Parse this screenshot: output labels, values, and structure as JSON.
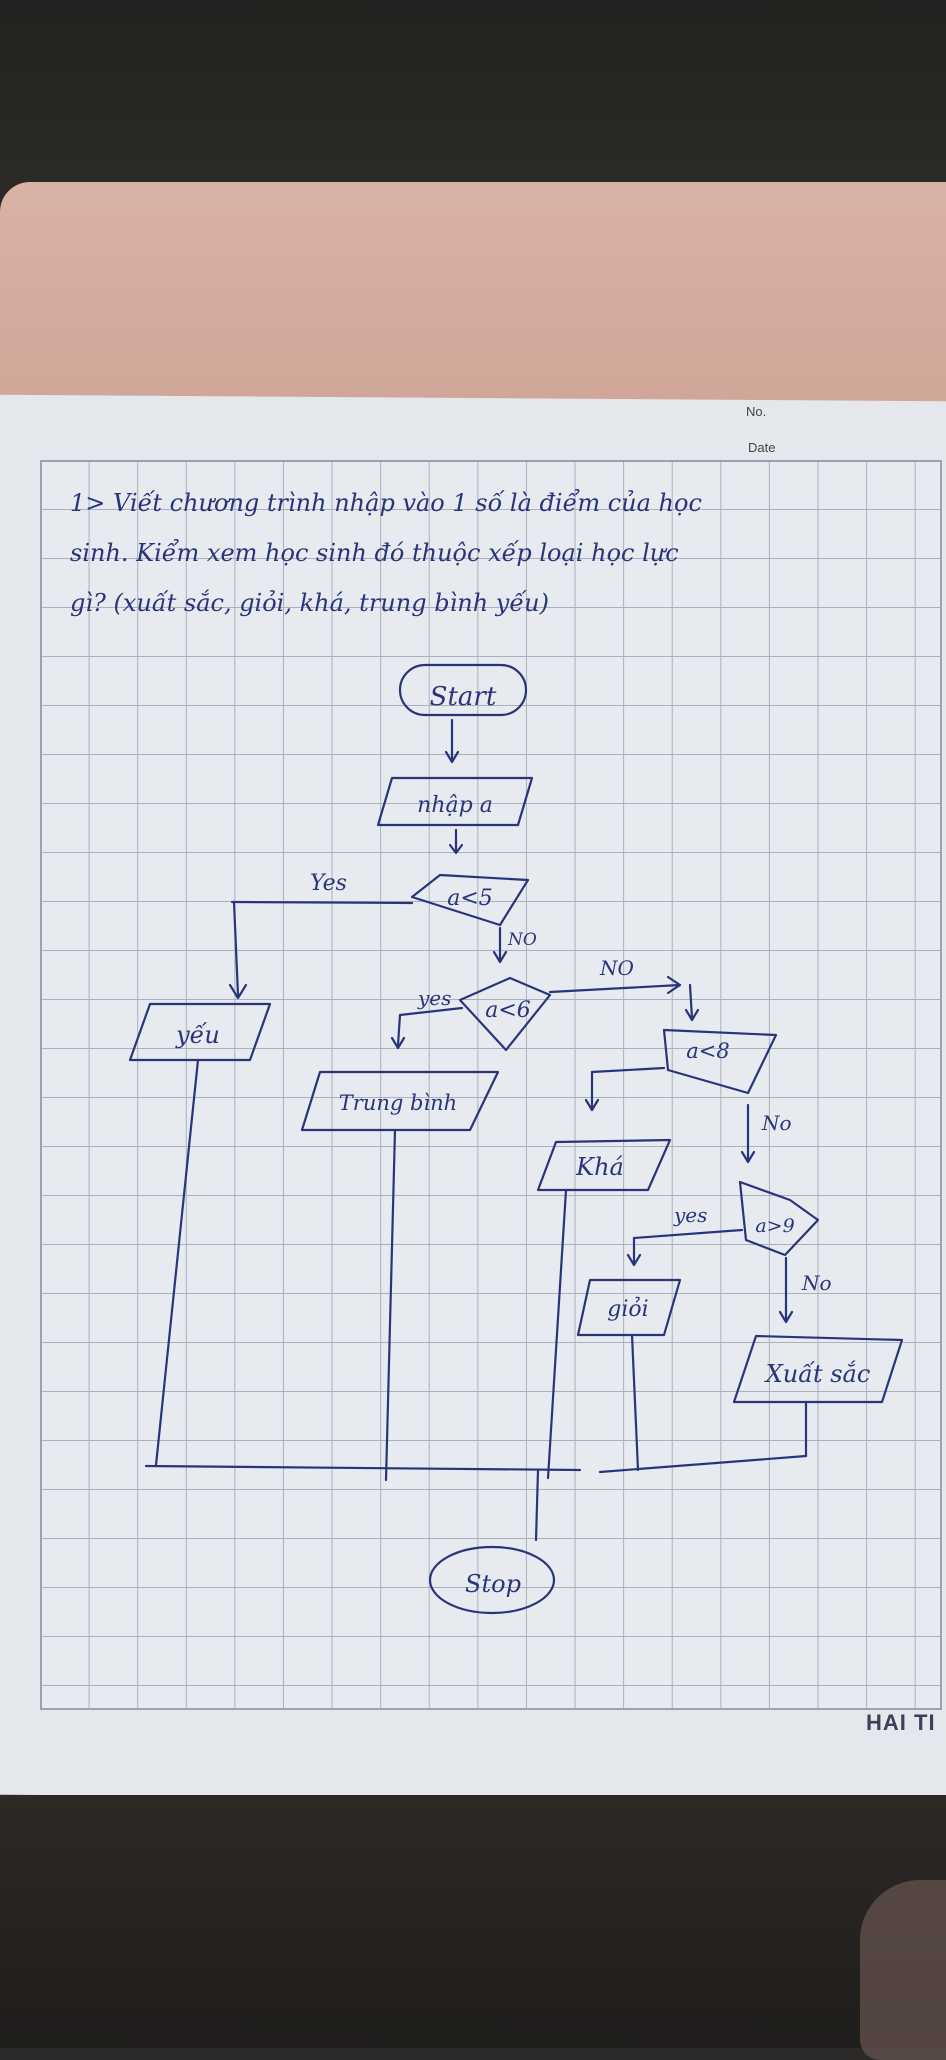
{
  "paper_header": {
    "no_label": "No.",
    "date_label": "Date"
  },
  "brand": "HAI TI",
  "problem_text": [
    "1> Viết chương trình nhập vào 1 số là điểm của học",
    "sinh. Kiểm xem học sinh đó thuộc xếp loại học lực",
    "gì? (xuất sắc, giỏi, khá, trung bình yếu)"
  ],
  "flowchart": {
    "start": "Start",
    "input": "nhập a",
    "cond1": "a<5",
    "cond2": "a<6",
    "cond3": "a<8",
    "cond4": "a>9",
    "out_yeu": "yếu",
    "out_tb": "Trung bình",
    "out_kha": "Khá",
    "out_gioi": "giỏi",
    "out_xs": "Xuất sắc",
    "stop": "Stop",
    "yes": "Yes",
    "yes_lower": "yes",
    "no": "NO",
    "no_lower": "No"
  },
  "colors": {
    "ink": "#28357a",
    "paper": "#e7eaef",
    "grid": "#aab0bd",
    "cover": "#d9b3a6"
  }
}
